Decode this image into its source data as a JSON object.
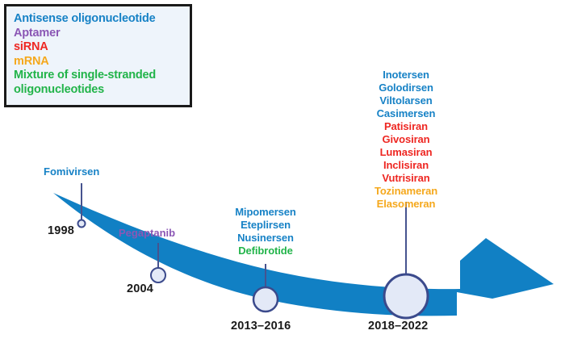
{
  "legend": {
    "items": [
      {
        "label": "Antisense oligonucleotide",
        "color": "#1782c6"
      },
      {
        "label": "Aptamer",
        "color": "#8b57b5"
      },
      {
        "label": "siRNA",
        "color": "#ee2722"
      },
      {
        "label": "mRNA",
        "color": "#f5a81c"
      },
      {
        "label": "Mixture of single-stranded oligonucleotides",
        "color": "#22b44a"
      }
    ]
  },
  "colors": {
    "arrow": "#1180c4",
    "antisense": "#1782c6",
    "aptamer": "#8b57b5",
    "sirna": "#ee2722",
    "mrna": "#f5a81c",
    "mixture": "#22b44a",
    "marker_fill": "#e3e9f7",
    "marker_stroke": "#3b4a8c",
    "connector": "#46538f",
    "year_text": "#1a1a1a",
    "legend_bg": "#eef4fb",
    "legend_border": "#1a1a1a"
  },
  "milestones": [
    {
      "id": "fomivirsen",
      "year": "1998",
      "drugs": [
        {
          "name": "Fomivirsen",
          "color": "#1782c6"
        }
      ]
    },
    {
      "id": "pegaptanib",
      "year": "2004",
      "drugs": [
        {
          "name": "Pegaptanib",
          "color": "#8b57b5"
        }
      ]
    },
    {
      "id": "2013-2016",
      "year": "2013–2016",
      "drugs": [
        {
          "name": "Mipomersen",
          "color": "#1782c6"
        },
        {
          "name": "Eteplirsen",
          "color": "#1782c6"
        },
        {
          "name": "Nusinersen",
          "color": "#1782c6"
        },
        {
          "name": "Defibrotide",
          "color": "#22b44a"
        }
      ]
    },
    {
      "id": "2018-2022",
      "year": "2018–2022",
      "drugs": [
        {
          "name": "Inotersen",
          "color": "#1782c6"
        },
        {
          "name": "Golodirsen",
          "color": "#1782c6"
        },
        {
          "name": "Viltolarsen",
          "color": "#1782c6"
        },
        {
          "name": "Casimersen",
          "color": "#1782c6"
        },
        {
          "name": "Patisiran",
          "color": "#ee2722"
        },
        {
          "name": "Givosiran",
          "color": "#ee2722"
        },
        {
          "name": "Lumasiran",
          "color": "#ee2722"
        },
        {
          "name": "Inclisiran",
          "color": "#ee2722"
        },
        {
          "name": "Vutrisiran",
          "color": "#ee2722"
        },
        {
          "name": "Tozinameran",
          "color": "#f5a81c"
        },
        {
          "name": "Elasomeran",
          "color": "#f5a81c"
        }
      ]
    }
  ]
}
